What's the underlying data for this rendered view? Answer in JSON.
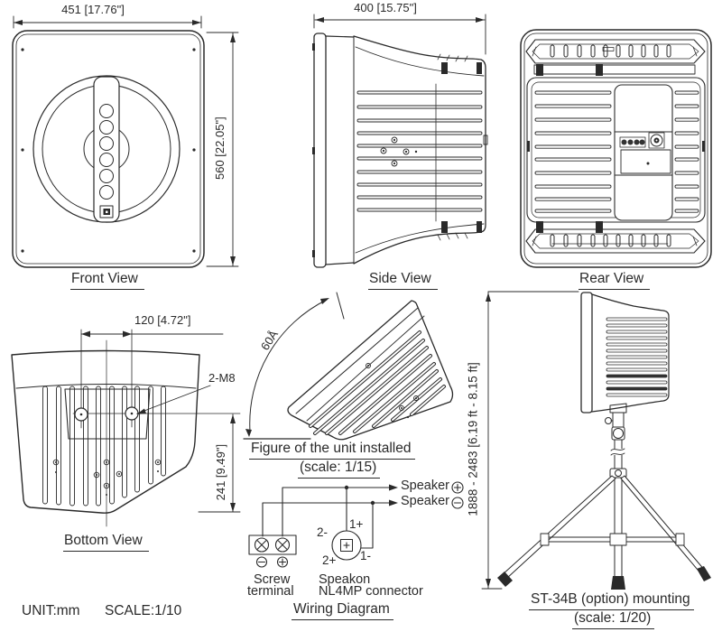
{
  "title_block": {
    "unit": "UNIT:mm",
    "scale": "SCALE:1/10"
  },
  "views": {
    "front": {
      "label": "Front View",
      "width_dim": "451 [17.76\"]",
      "height_dim": "560 [22.05\"]"
    },
    "side": {
      "label": "Side View",
      "width_dim": "400 [15.75\"]"
    },
    "rear": {
      "label": "Rear View"
    },
    "bottom": {
      "label": "Bottom View",
      "hole_spacing_dim": "120 [4.72\"]",
      "hole_height_dim": "241 [9.49\"]",
      "thread_note": "2-M8"
    },
    "installed": {
      "label": "Figure of the unit installed",
      "scale_note": "(scale: 1/15)",
      "angle": "60Å"
    },
    "mounting": {
      "label": "ST-34B (option) mounting",
      "scale_note": "(scale: 1/20)",
      "height_dim": "1888 - 2483 [6.19 ft - 8.15 ft]"
    }
  },
  "wiring": {
    "label": "Wiring Diagram",
    "output_pos_label": "Speaker",
    "output_neg_label": "Speaker",
    "screw_terminal_label_1": "Screw",
    "screw_terminal_label_2": "terminal",
    "speakon_label_1": "Speakon",
    "speakon_label_2": "NL4MP connector",
    "pin_1_plus": "1+",
    "pin_1_minus": "1-",
    "pin_2_plus": "2+",
    "pin_2_minus": "2-"
  }
}
